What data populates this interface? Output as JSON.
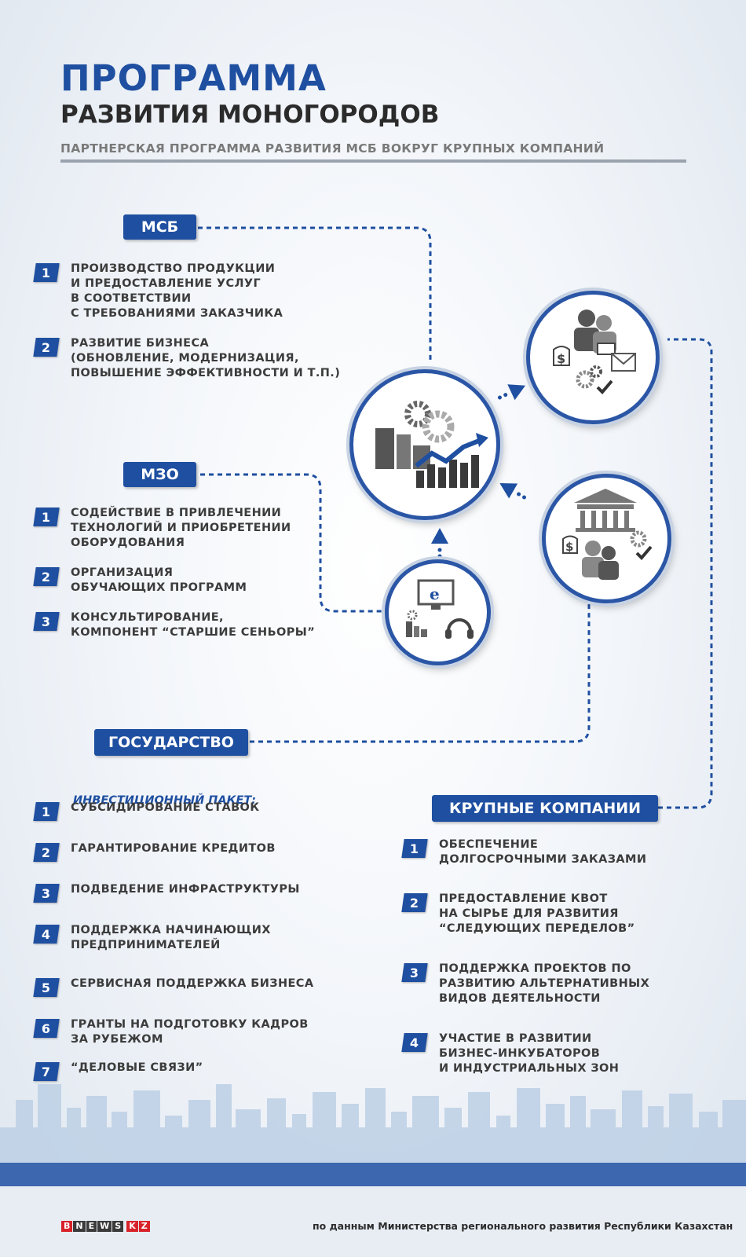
{
  "header": {
    "title_line1": "ПРОГРАММА",
    "title_line2": "РАЗВИТИЯ МОНОГОРОДОВ",
    "subtitle": "ПАРТНЕРСКАЯ ПРОГРАММА РАЗВИТИЯ МСБ ВОКРУГ КРУПНЫХ КОМПАНИЙ"
  },
  "msb": {
    "label": "МСБ",
    "items": [
      {
        "num": "1",
        "text": "ПРОИЗВОДСТВО ПРОДУКЦИИ\nИ ПРЕДОСТАВЛЕНИЕ УСЛУГ\nВ СООТВЕТСТВИИ\nС ТРЕБОВАНИЯМИ ЗАКАЗЧИКА"
      },
      {
        "num": "2",
        "text": "РАЗВИТИЕ БИЗНЕСА\n(ОБНОВЛЕНИЕ, МОДЕРНИЗАЦИЯ,\nПОВЫШЕНИЕ ЭФФЕКТИВНОСТИ И Т.П.)"
      }
    ]
  },
  "mzo": {
    "label": "МЗО",
    "items": [
      {
        "num": "1",
        "text": "СОДЕЙСТВИЕ В ПРИВЛЕЧЕНИИ\nТЕХНОЛОГИЙ И ПРИОБРЕТЕНИИ\nОБОРУДОВАНИЯ"
      },
      {
        "num": "2",
        "text": "ОРГАНИЗАЦИЯ\nОБУЧАЮЩИХ ПРОГРАММ"
      },
      {
        "num": "3",
        "text": "КОНСУЛЬТИРОВАНИЕ,\nКОМПОНЕНТ “СТАРШИЕ СЕНЬОРЫ”"
      }
    ]
  },
  "state": {
    "label": "ГОСУДАРСТВО",
    "package_title": "ИНВЕСТИЦИОННЫЙ ПАКЕТ:",
    "items": [
      {
        "num": "1",
        "text": "СУБСИДИРОВАНИЕ СТАВОК"
      },
      {
        "num": "2",
        "text": "ГАРАНТИРОВАНИЕ КРЕДИТОВ"
      },
      {
        "num": "3",
        "text": "ПОДВЕДЕНИЕ ИНФРАСТРУКТУРЫ"
      },
      {
        "num": "4",
        "text": "ПОДДЕРЖКА НАЧИНАЮЩИХ\nПРЕДПРИНИМАТЕЛЕЙ"
      },
      {
        "num": "5",
        "text": "СЕРВИСНАЯ ПОДДЕРЖКА БИЗНЕСА"
      },
      {
        "num": "6",
        "text": "ГРАНТЫ НА ПОДГОТОВКУ КАДРОВ\nЗА РУБЕЖОМ"
      },
      {
        "num": "7",
        "text": "“ДЕЛОВЫЕ СВЯЗИ”"
      }
    ]
  },
  "companies": {
    "label": "КРУПНЫЕ КОМПАНИИ",
    "items": [
      {
        "num": "1",
        "text": "ОБЕСПЕЧЕНИЕ\nДОЛГОСРОЧНЫМИ ЗАКАЗАМИ"
      },
      {
        "num": "2",
        "text": "ПРЕДОСТАВЛЕНИЕ КВОТ\nНА СЫРЬЕ ДЛЯ РАЗВИТИЯ\n“СЛЕДУЮЩИХ ПЕРЕДЕЛОВ”"
      },
      {
        "num": "3",
        "text": "ПОДДЕРЖКА ПРОЕКТОВ ПО\nРАЗВИТИЮ АЛЬТЕРНАТИВНЫХ\nВИДОВ ДЕЯТЕЛЬНОСТИ"
      },
      {
        "num": "4",
        "text": "УЧАСТИЕ В РАЗВИТИИ\nБИЗНЕС-ИНКУБАТОРОВ\nИ ИНДУСТРИАЛЬНЫХ ЗОН"
      }
    ]
  },
  "footer": {
    "logo_letters": [
      "B",
      "N",
      "E",
      "W",
      "S",
      "K",
      "Z"
    ],
    "source": "по данным Министерства регионального развития Республики Казахстан"
  },
  "colors": {
    "brand": "#1f4fa0",
    "logo_red": "#d8222a",
    "logo_dark": "#3a3a3a"
  }
}
